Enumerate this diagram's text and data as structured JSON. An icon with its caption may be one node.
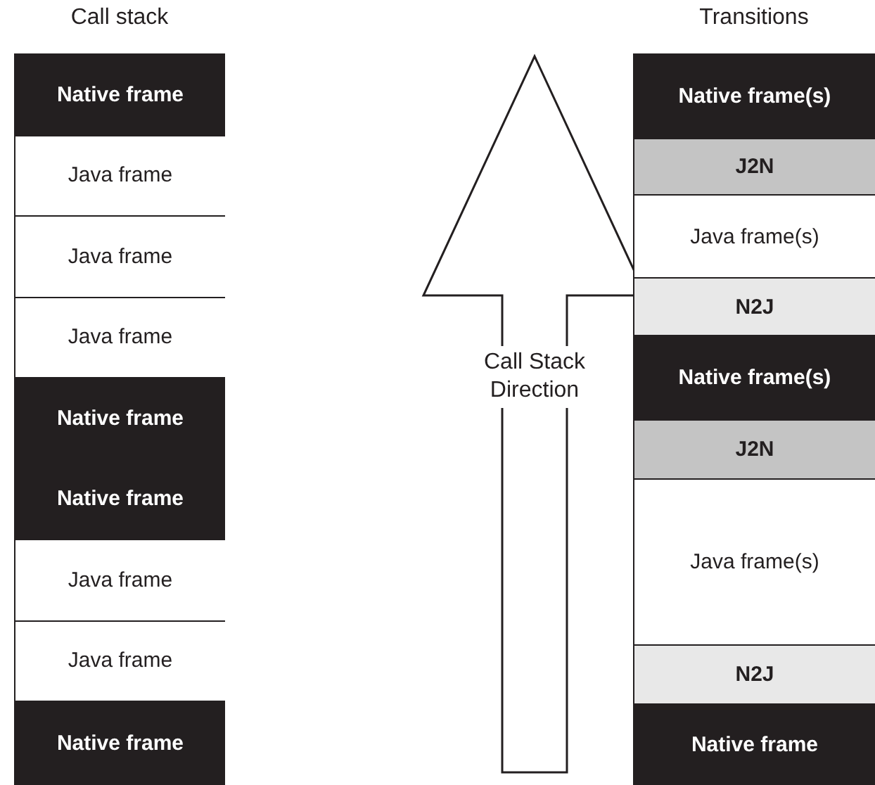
{
  "diagram": {
    "nodes": [
      {
        "text": [
          "Call stack"
        ]
      },
      {
        "text": [
          "Native frame"
        ],
        "in": 0
      },
      {
        "text": [
          "Java frame"
        ],
        "in": 0
      },
      {
        "text": [
          "Java frame"
        ],
        "in": 0
      },
      {
        "text": [
          "Java frame"
        ],
        "in": 0
      },
      {
        "text": [
          "Native frame"
        ],
        "in": 0
      },
      {
        "text": [
          "Native frame"
        ],
        "in": 0
      },
      {
        "text": [
          "Java frame"
        ],
        "in": 0
      },
      {
        "text": [
          "Java frame"
        ],
        "in": 0
      },
      {
        "text": [
          "Native frame"
        ],
        "in": 0
      },
      {
        "text": [
          "Call Stack Direction"
        ]
      },
      {
        "text": [
          "Transitions"
        ]
      },
      {
        "text": [
          "Native frame(s)"
        ],
        "in": 11
      },
      {
        "text": [
          "J2N"
        ],
        "in": 11
      },
      {
        "text": [
          "Java frame(s)"
        ],
        "in": 11
      },
      {
        "text": [
          "N2J"
        ],
        "in": 11
      },
      {
        "text": [
          "Native frame(s)"
        ],
        "in": 11
      },
      {
        "text": [
          "J2N"
        ],
        "in": 11
      },
      {
        "text": [
          "Java frame(s)"
        ],
        "in": 11
      },
      {
        "text": [
          "N2J"
        ],
        "in": 11
      },
      {
        "text": [
          "Native frame"
        ],
        "in": 11
      }
    ],
    "edges": []
  }
}
